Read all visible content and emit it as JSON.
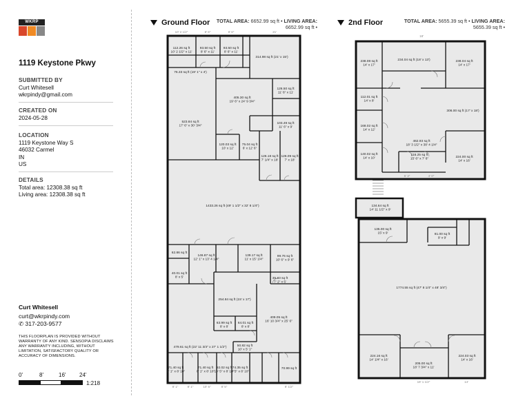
{
  "sidebar": {
    "logo_text": "WKRP",
    "address": "1119 Keystone Pkwy",
    "submitted_by": {
      "heading": "SUBMITTED BY",
      "name": "Curt Whitesell",
      "email": "wkrpindy@gmail.com"
    },
    "created_on": {
      "heading": "CREATED ON",
      "date": "2024-05-28"
    },
    "location": {
      "heading": "LOCATION",
      "line1": "1119 Keystone Way S",
      "line2": "46032 Carmel",
      "line3": "IN",
      "line4": "US"
    },
    "details": {
      "heading": "DETAILS",
      "total": "Total area: 12308.38 sq ft",
      "living": "Living area: 12308.38 sq ft"
    },
    "contact": {
      "name": "Curt Whitesell",
      "email": "curt@wkrpindy.com",
      "phone": "317-203-9577"
    },
    "disclaimer": "THIS FLOORPLAN IS PROVIDED WITHOUT WARRANTY OF ANY KIND. SENSOPIA DISCLAIMS ANY WARRANTY INCLUDING, WITHOUT LIMITATION, SATISFACTORY QUALITY OR ACCURACY OF DIMENSIONS.",
    "scale": {
      "l0": "0'",
      "l1": "8'",
      "l2": "16'",
      "l3": "24'",
      "ratio": "1:218"
    }
  },
  "ground": {
    "title": "Ground Floor",
    "total_label": "TOTAL AREA:",
    "total_value": "6652.99 sq ft",
    "living_label": "LIVING AREA:",
    "living_value": "6652.99 sq ft",
    "rooms": [
      {
        "a": "112.26 sq ft",
        "d": "10' 2 1/2\" x 11'"
      },
      {
        "a": "93.50 sq ft",
        "d": "8' 6\" x 11'"
      },
      {
        "a": "93.50 sq ft",
        "d": "8' 6\" x 11'"
      },
      {
        "a": "314.98 sq ft (21' x 15')",
        "d": ""
      },
      {
        "a": "76.33 sq ft (19' 1\" x 4')",
        "d": ""
      },
      {
        "a": "405.30 sq ft",
        "d": "19' 6\" x 24' 9 3/4\""
      },
      {
        "a": "126.50 sq ft",
        "d": "11' 6\" x 11'"
      },
      {
        "a": "523.84 sq ft",
        "d": "17' 6\" x 30' 3/4\""
      },
      {
        "a": "103.49 sq ft",
        "d": "11' 6\" x 9'"
      },
      {
        "a": "120.03 sq ft",
        "d": "10' x 12'"
      },
      {
        "a": "75.04 sq ft",
        "d": "6' x 12' 6\""
      },
      {
        "a": "126.18 sq ft",
        "d": "7' 1/4\" x 18'"
      },
      {
        "a": "126.09 sq ft",
        "d": "7' x 18'"
      },
      {
        "a": "1433.26 sq ft (49' 1 1/2\" x 32' 8 1/4\")",
        "d": ""
      },
      {
        "a": "62.86 sq ft",
        "d": ""
      },
      {
        "a": "146.87 sq ft",
        "d": "12' 1\" x 13' 4 1/4\""
      },
      {
        "a": "139.17 sq ft",
        "d": "11' x 15' 1/4\""
      },
      {
        "a": "99.76 sq ft",
        "d": "10' 6\" x 9' 6\""
      },
      {
        "a": "40.01 sq ft",
        "d": "8' x 5'"
      },
      {
        "a": "35.83 sq ft",
        "d": "7' 2\" x 5'"
      },
      {
        "a": "254.84 sq ft (15' x 17')",
        "d": ""
      },
      {
        "a": "409.05 sq ft",
        "d": "16' 10 3/4\" x 25' 6\""
      },
      {
        "a": "63.99 sq ft",
        "d": "8' x 8'"
      },
      {
        "a": "64.01 sq ft",
        "d": "8' x 8'"
      },
      {
        "a": "479.61 sq ft (22' 11 3/4\" x 27' 1 1/2\")",
        "d": ""
      },
      {
        "a": "50.82 sq ft",
        "d": "10' x 5' 1\""
      },
      {
        "a": "71.40 sq ft",
        "d": "8' 1\" x 8' 10\""
      },
      {
        "a": "71.40 sq ft",
        "d": "8' 1\" x 8' 10\""
      },
      {
        "a": "92.02 sq ft",
        "d": "10' 5\" x 8' 10\""
      },
      {
        "a": "74.35 sq ft",
        "d": "8' 5\" x 8' 10\""
      },
      {
        "a": "70.99 sq ft",
        "d": ""
      }
    ],
    "dims": {
      "top1": "10' 2 1/2\"",
      "top2": "8' 6\"",
      "top3": "8' 6\"",
      "top4": "21'",
      "bot1": "8' 1\"",
      "bot2": "8' 1\"",
      "bot3": "10' 5\"",
      "bot4": "8' 5\"",
      "bot5": "8' 1/2\""
    }
  },
  "second": {
    "title": "2nd Floor",
    "total_label": "TOTAL AREA:",
    "total_value": "5655.39 sq ft",
    "living_label": "LIVING AREA:",
    "living_value": "5655.39 sq ft",
    "rooms": [
      {
        "a": "238.08 sq ft",
        "d": "14' x 17'"
      },
      {
        "a": "234.04 sq ft (18' x 13')",
        "d": ""
      },
      {
        "a": "238.04 sq ft",
        "d": "14' x 17'"
      },
      {
        "a": "112.01 sq ft",
        "d": "14' x 8'"
      },
      {
        "a": "306.00 sq ft (17' x 18')",
        "d": ""
      },
      {
        "a": "168.02 sq ft",
        "d": "14' x 12'"
      },
      {
        "a": "462.93 sq ft",
        "d": "18' 3 1/2\" x 38' 4 1/4\""
      },
      {
        "a": "140.02 sq ft",
        "d": "14' x 10'"
      },
      {
        "a": "116.25 sq ft",
        "d": "15' 6\" x 7' 6\""
      },
      {
        "a": "224.00 sq ft",
        "d": "14' x 16'"
      },
      {
        "a": "134.64 sq ft",
        "d": "14' 11 1/2\" x 9'"
      },
      {
        "a": "135.00 sq ft",
        "d": "15' x 9'"
      },
      {
        "a": "81.00 sq ft",
        "d": "9' x 9'"
      },
      {
        "a": "1774.55 sq ft (47' 8 1/4\" x 48' 3/4\")",
        "d": ""
      },
      {
        "a": "224.16 sq ft",
        "d": "14' 1/4\" x 16'"
      },
      {
        "a": "205.00 sq ft",
        "d": "18' 7 3/4\" x 11'"
      },
      {
        "a": "224.03 sq ft",
        "d": "14' x 16'"
      }
    ],
    "dims": {
      "top": "18'",
      "bot1": "18' 1 1/2\"",
      "bot2": "14'",
      "mid1": "5' 3\"",
      "mid2": "4' 0\""
    }
  },
  "colors": {
    "room_fill": "#e9e9e9",
    "wall": "#111111",
    "logo_red": "#d9472b",
    "logo_orange": "#f08a24",
    "logo_gray": "#888888"
  }
}
